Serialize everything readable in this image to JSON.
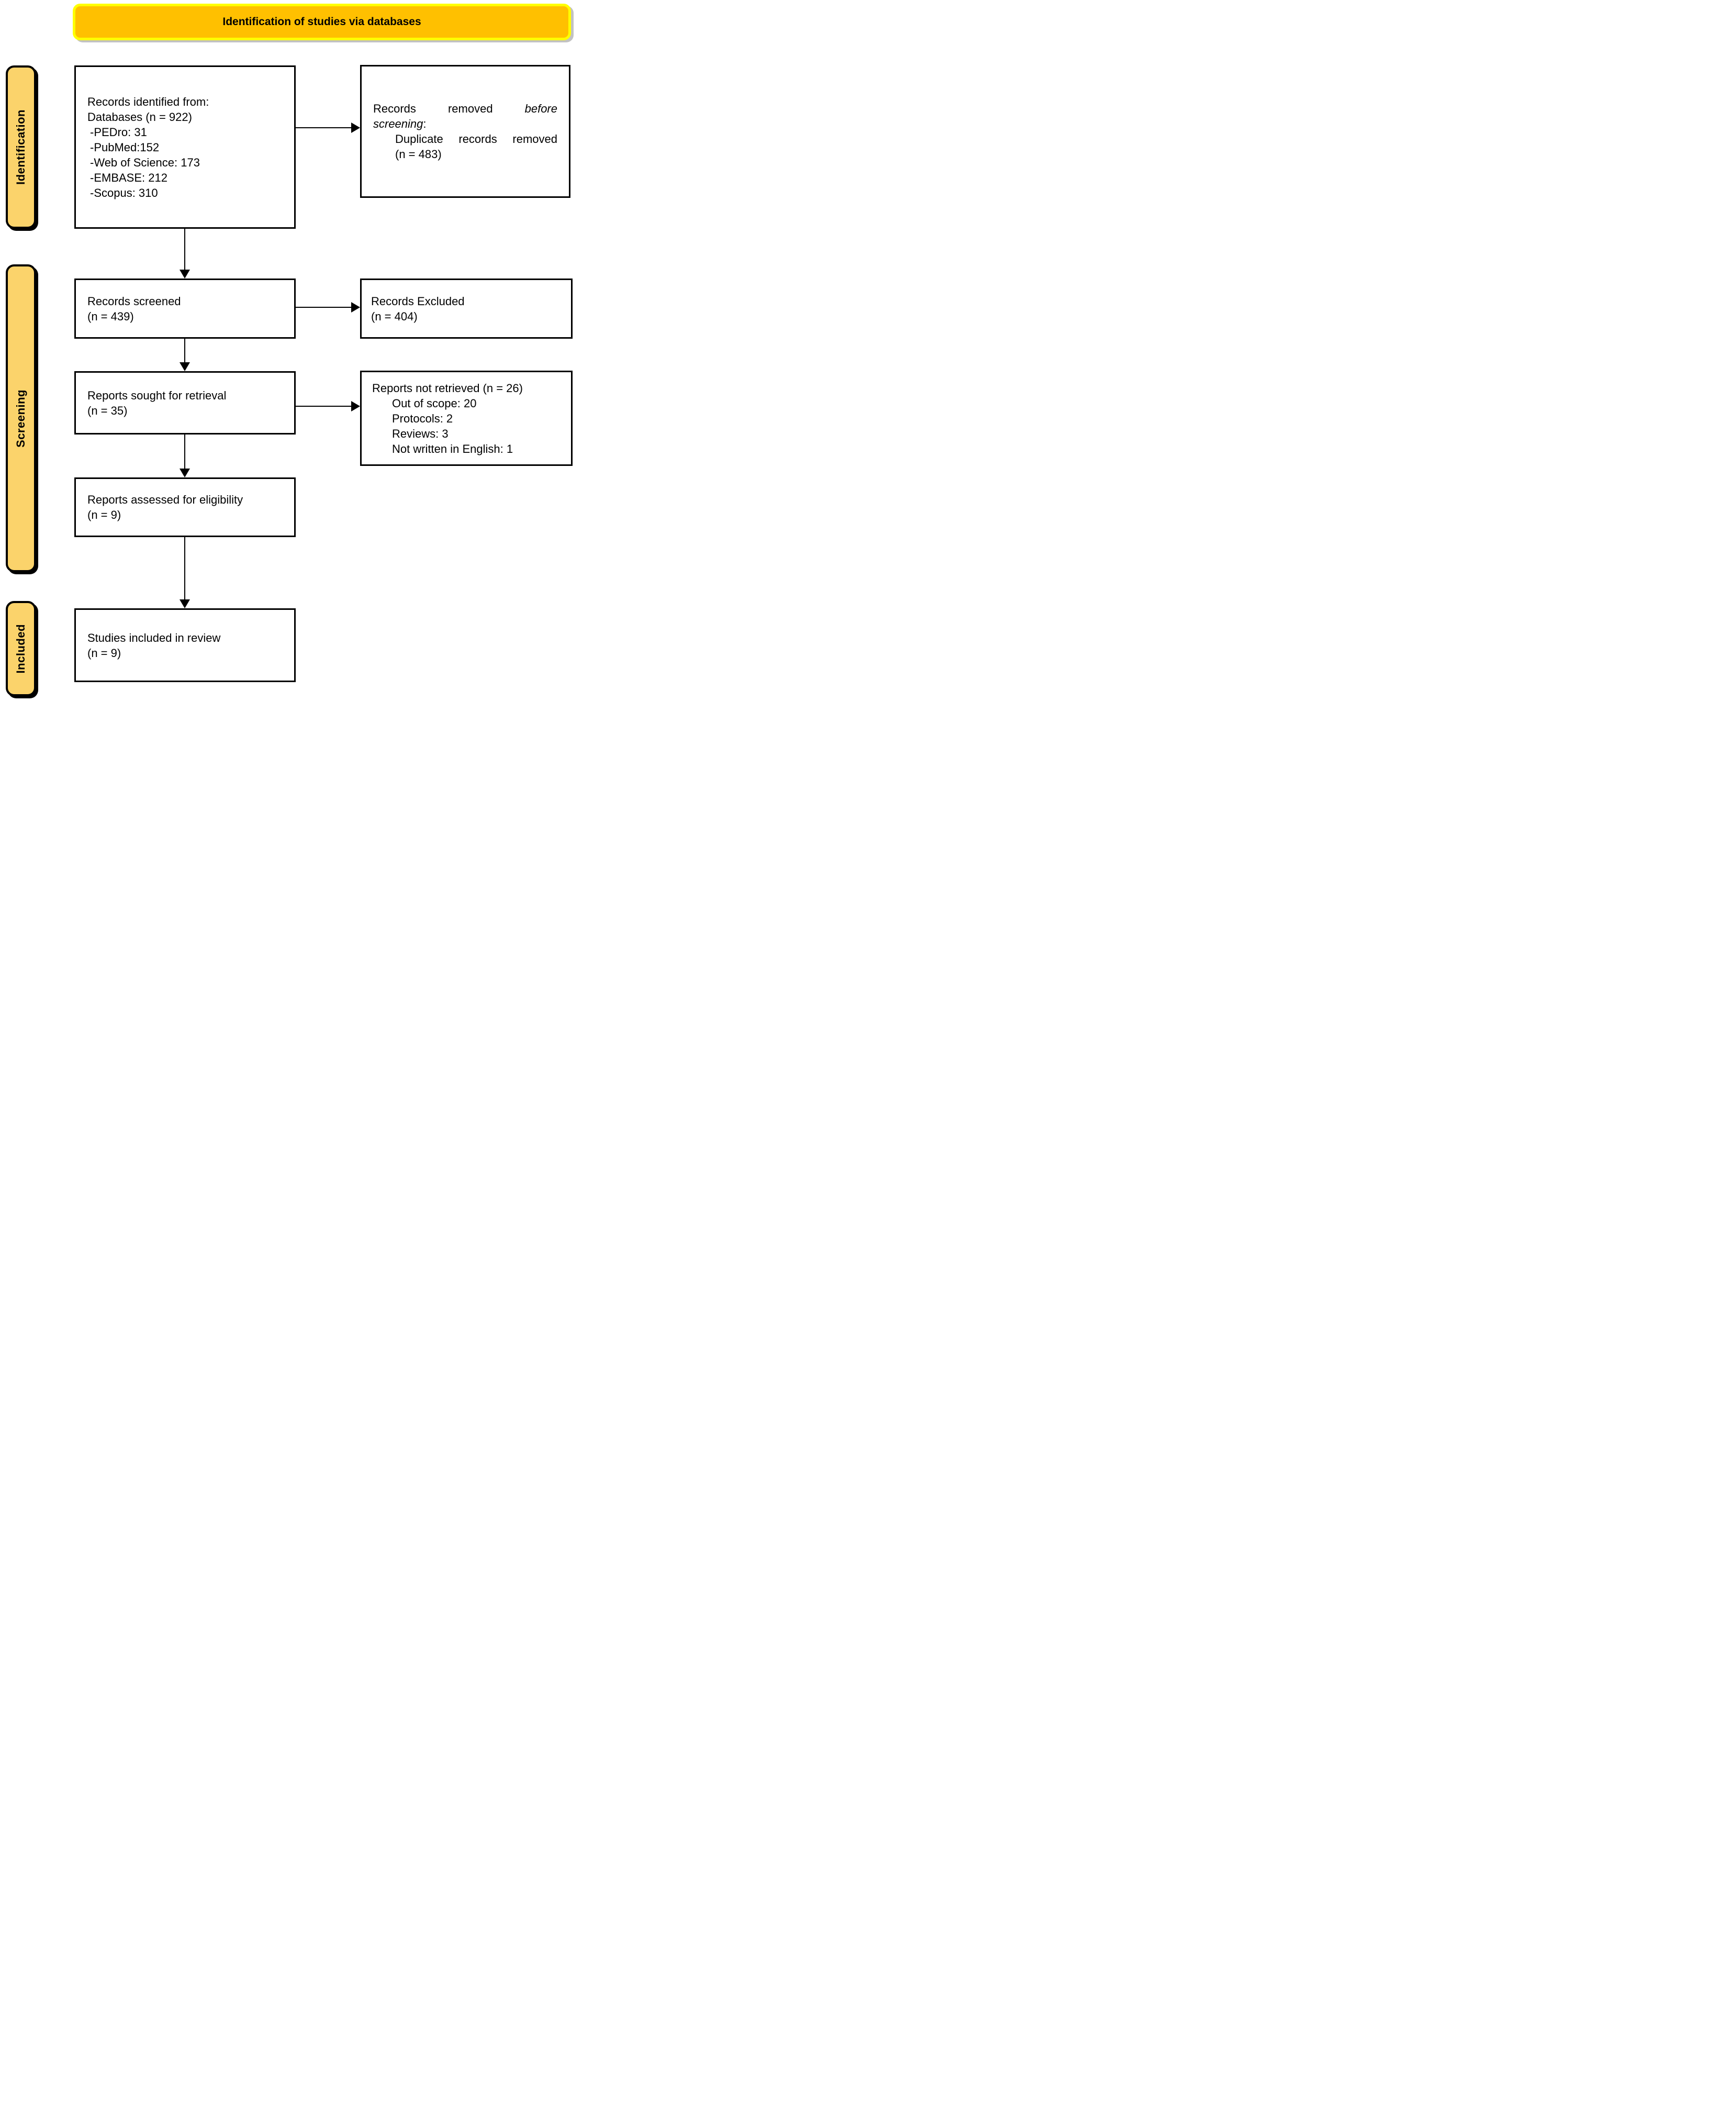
{
  "banner": {
    "title": "Identification of studies via databases"
  },
  "side_labels": {
    "identification": "Identification",
    "screening": "Screening",
    "included": "Included"
  },
  "colors": {
    "banner_fill": "#FFC000",
    "banner_border": "#FFFF00",
    "stage_label_fill": "#FBD36B",
    "box_border": "#000000"
  },
  "boxes": {
    "records_identified": {
      "lines": [
        "Records identified from:",
        "Databases (n = 922)",
        "-PEDro: 31",
        "-PubMed:152",
        "-Web of Science: 173",
        "-EMBASE: 212",
        "-Scopus: 310"
      ]
    },
    "records_removed": {
      "line1_w1": "Records",
      "line1_w2": "removed",
      "line1_w3": "before",
      "line2_italic": "screening",
      "line2_suffix": ":",
      "line3_w1": "Duplicate",
      "line3_w2": "records",
      "line3_w3": "removed",
      "line4": "(n = 483)"
    },
    "records_screened": {
      "lines": [
        "Records screened",
        "(n = 439)"
      ]
    },
    "records_excluded": {
      "lines": [
        "Records Excluded",
        "(n = 404)"
      ]
    },
    "reports_sought": {
      "lines": [
        "Reports sought for retrieval",
        "(n = 35)"
      ]
    },
    "reports_not_retrieved": {
      "title": "Reports not retrieved (n = 26)",
      "items": [
        "Out of scope: 20",
        "Protocols: 2",
        "Reviews: 3",
        "Not written in English: 1"
      ]
    },
    "reports_assessed": {
      "lines": [
        "Reports assessed for eligibility",
        "(n = 9)"
      ]
    },
    "studies_included": {
      "lines": [
        "Studies included in review",
        "(n = 9)"
      ]
    }
  }
}
